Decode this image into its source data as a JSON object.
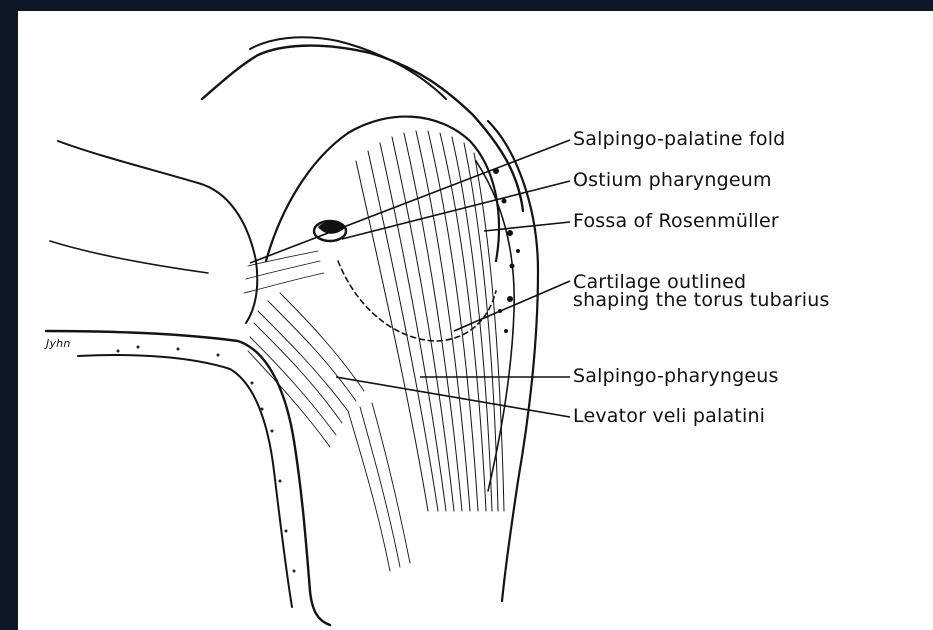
{
  "figure": {
    "labels": [
      "Salpingo-palatine fold",
      "Ostium pharyngeum",
      "Fossa of Rosenmüller",
      "Cartilage outlined",
      "shaping the torus tubarius",
      "Salpingo-pharyngeus",
      "Levator veli palatini"
    ],
    "signature": "Jyhn"
  }
}
